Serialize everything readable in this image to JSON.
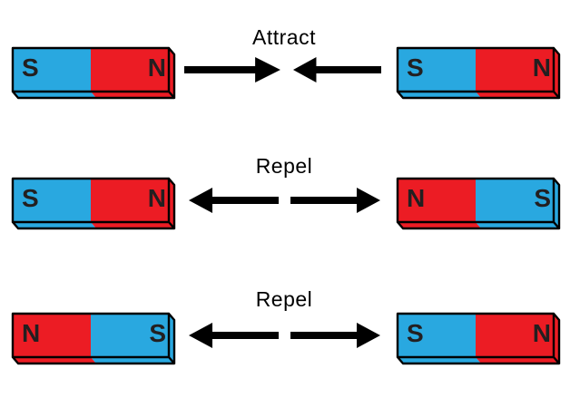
{
  "diagram": {
    "background": "#FFFFFF",
    "colors": {
      "south_pole_blue": "#29A8E0",
      "north_pole_red": "#EC1C24",
      "magnet_outline": "#000000",
      "pole_letter": "#231F20",
      "arrow": "#000000",
      "label_text": "#000000"
    },
    "rows": [
      {
        "label": "Attract",
        "arrow_meaning": "arrows point toward each other",
        "left_arrow_icon": "arrow-right-icon",
        "right_arrow_icon": "arrow-left-icon",
        "left_magnet": {
          "left_letter": "S",
          "right_letter": "N",
          "left_color": "#29A8E0",
          "right_color": "#EC1C24"
        },
        "right_magnet": {
          "left_letter": "S",
          "right_letter": "N",
          "left_color": "#29A8E0",
          "right_color": "#EC1C24"
        }
      },
      {
        "label": "Repel",
        "arrow_meaning": "arrows point away from each other",
        "left_arrow_icon": "arrow-left-icon",
        "right_arrow_icon": "arrow-right-icon",
        "left_magnet": {
          "left_letter": "S",
          "right_letter": "N",
          "left_color": "#29A8E0",
          "right_color": "#EC1C24"
        },
        "right_magnet": {
          "left_letter": "N",
          "right_letter": "S",
          "left_color": "#EC1C24",
          "right_color": "#29A8E0"
        }
      },
      {
        "label": "Repel",
        "arrow_meaning": "arrows point away from each other",
        "left_arrow_icon": "arrow-left-icon",
        "right_arrow_icon": "arrow-right-icon",
        "left_magnet": {
          "left_letter": "N",
          "right_letter": "S",
          "left_color": "#EC1C24",
          "right_color": "#29A8E0"
        },
        "right_magnet": {
          "left_letter": "S",
          "right_letter": "N",
          "left_color": "#29A8E0",
          "right_color": "#EC1C24"
        }
      }
    ]
  }
}
